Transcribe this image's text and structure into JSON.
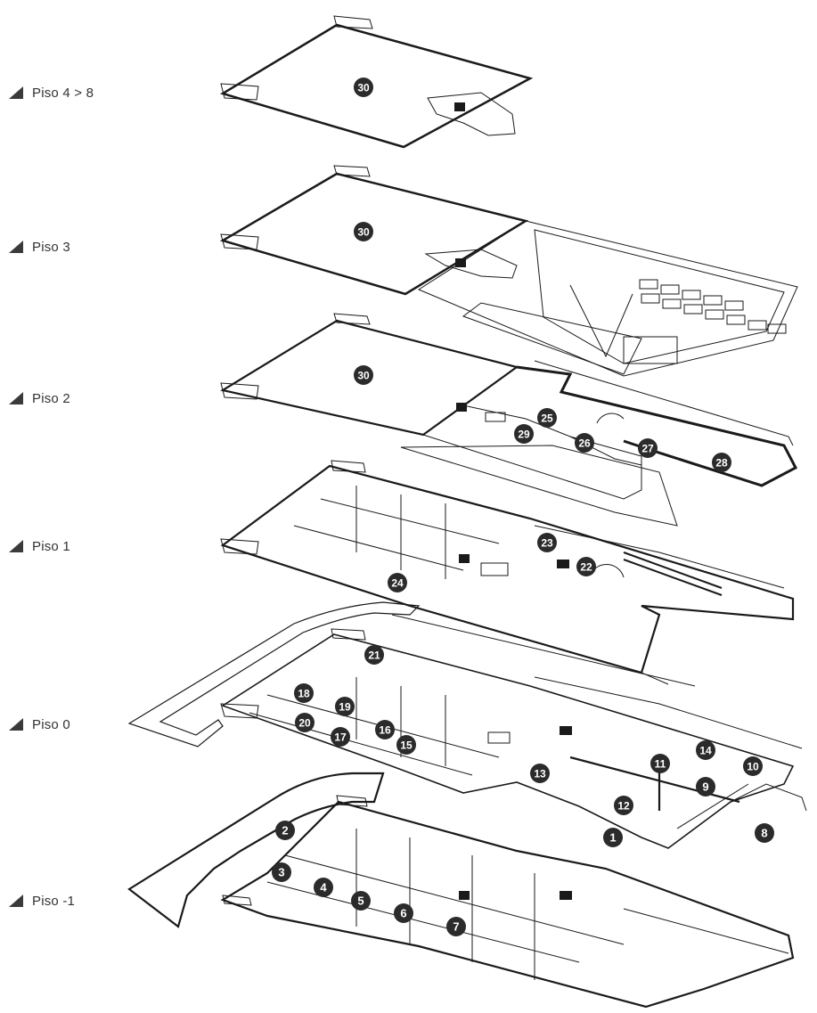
{
  "floors": [
    {
      "id": "p48",
      "label": "Piso 4 > 8"
    },
    {
      "id": "p3",
      "label": "Piso 3"
    },
    {
      "id": "p2",
      "label": "Piso 2"
    },
    {
      "id": "p1",
      "label": "Piso 1"
    },
    {
      "id": "p0",
      "label": "Piso 0"
    },
    {
      "id": "pm1",
      "label": "Piso -1"
    }
  ],
  "markers": [
    {
      "floor": "p48",
      "num": "30"
    },
    {
      "floor": "p3",
      "num": "30"
    },
    {
      "floor": "p2",
      "num": "30"
    },
    {
      "floor": "p2",
      "num": "25"
    },
    {
      "floor": "p2",
      "num": "29"
    },
    {
      "floor": "p2",
      "num": "26"
    },
    {
      "floor": "p2",
      "num": "27"
    },
    {
      "floor": "p2",
      "num": "28"
    },
    {
      "floor": "p1",
      "num": "23"
    },
    {
      "floor": "p1",
      "num": "22"
    },
    {
      "floor": "p1",
      "num": "24"
    },
    {
      "floor": "p0",
      "num": "21"
    },
    {
      "floor": "p0",
      "num": "18"
    },
    {
      "floor": "p0",
      "num": "19"
    },
    {
      "floor": "p0",
      "num": "20"
    },
    {
      "floor": "p0",
      "num": "17"
    },
    {
      "floor": "p0",
      "num": "16"
    },
    {
      "floor": "p0",
      "num": "15"
    },
    {
      "floor": "p0",
      "num": "13"
    },
    {
      "floor": "p0",
      "num": "11"
    },
    {
      "floor": "p0",
      "num": "14"
    },
    {
      "floor": "p0",
      "num": "10"
    },
    {
      "floor": "p0",
      "num": "9"
    },
    {
      "floor": "p0",
      "num": "12"
    },
    {
      "floor": "p0",
      "num": "8"
    },
    {
      "floor": "pm1",
      "num": "1"
    },
    {
      "floor": "pm1",
      "num": "2"
    },
    {
      "floor": "pm1",
      "num": "3"
    },
    {
      "floor": "pm1",
      "num": "4"
    },
    {
      "floor": "pm1",
      "num": "5"
    },
    {
      "floor": "pm1",
      "num": "6"
    },
    {
      "floor": "pm1",
      "num": "7"
    }
  ],
  "colors": {
    "marker": "#2b2b2b",
    "marker_text": "#ffffff",
    "plan_line": "#1a1a1a",
    "label": "#333333"
  }
}
